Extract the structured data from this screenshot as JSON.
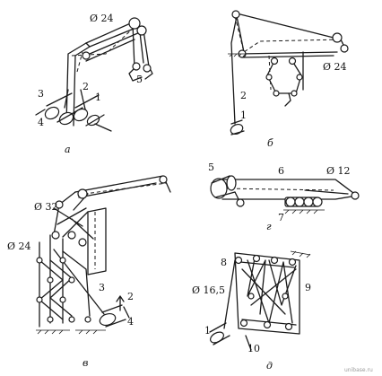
{
  "panels": {
    "a": {
      "caption": "а",
      "labels": [
        "Ø 24",
        "1",
        "2",
        "3",
        "4",
        "5"
      ]
    },
    "b": {
      "caption": "б",
      "labels": [
        "Ø 24",
        "1",
        "2"
      ]
    },
    "v": {
      "caption": "в",
      "labels": [
        "Ø 32",
        "Ø 24",
        "2",
        "3",
        "4"
      ]
    },
    "g": {
      "caption": "г",
      "labels": [
        "5",
        "6",
        "Ø 12",
        "7"
      ]
    },
    "d": {
      "caption": "д",
      "labels": [
        "8",
        "9",
        "Ø 16,5",
        "1",
        "10"
      ]
    }
  },
  "watermark": "unibase.ru",
  "colors": {
    "ink": "#1a1a1a",
    "paper": "#ffffff"
  }
}
